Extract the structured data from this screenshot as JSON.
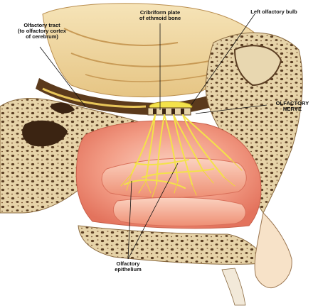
{
  "labels": {
    "olfactory_tract": [
      "Olfactory tract",
      "(to olfactory cortex",
      "of cerebrum)"
    ],
    "cribriform_plate": [
      "Cribriform plate",
      "of ethmoid bone"
    ],
    "left_olfactory_bulb": [
      "Left olfactory bulb"
    ],
    "olfactory_nerve": [
      "OLFACTORY",
      "NERVE"
    ],
    "olfactory_epithelium": [
      "Olfactory",
      "epithelium"
    ]
  },
  "colors": {
    "bone": "#e8d7b0",
    "bone_pore": "#5a3d22",
    "brain": "#f1d9a4",
    "brain_fold": "#c89a55",
    "mucosa": "#f08f7c",
    "concha": "#f6b49e",
    "nerve": "#f3e24a",
    "dura": "#5b3a1c",
    "leader_line": "#111111"
  }
}
